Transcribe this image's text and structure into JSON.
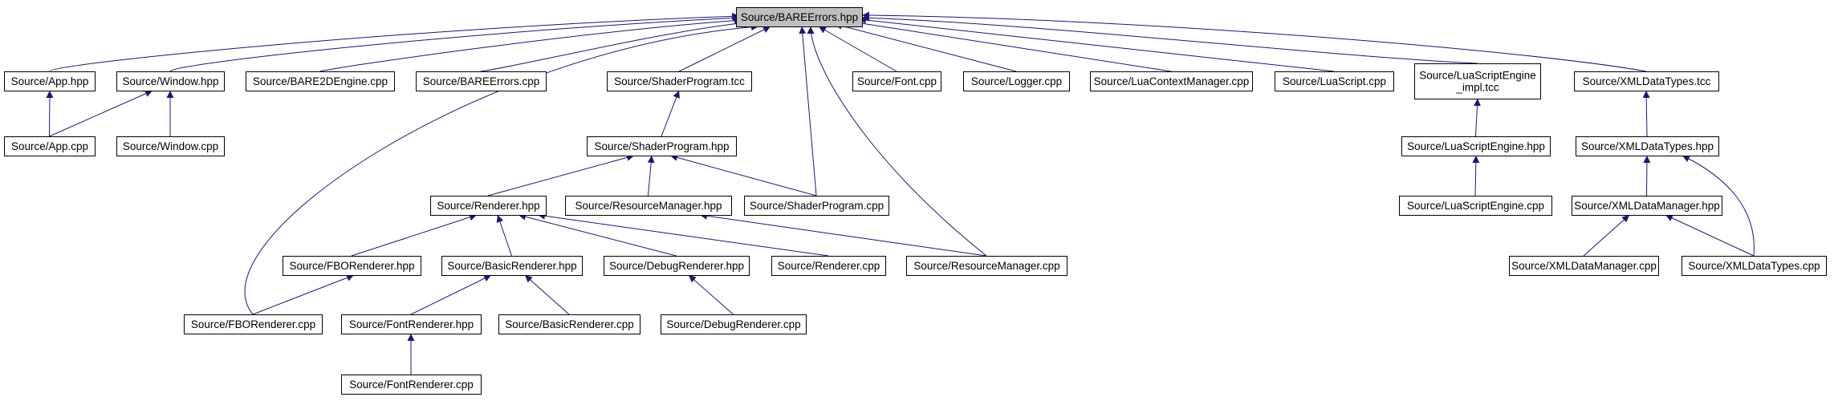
{
  "graph": {
    "edge_color": "#191970",
    "root_fill": "#bfbfbf",
    "direction": "dependent-to-included (arrow points to included header)",
    "nodes": [
      {
        "id": "root",
        "lines": [
          "Source/BAREErrors.hpp"
        ],
        "root": true
      },
      {
        "id": "apph",
        "lines": [
          "Source/App.hpp"
        ]
      },
      {
        "id": "winh",
        "lines": [
          "Source/Window.hpp"
        ]
      },
      {
        "id": "b2de",
        "lines": [
          "Source/BARE2DEngine.cpp"
        ]
      },
      {
        "id": "berc",
        "lines": [
          "Source/BAREErrors.cpp"
        ]
      },
      {
        "id": "sptcc",
        "lines": [
          "Source/ShaderProgram.tcc"
        ]
      },
      {
        "id": "fontc",
        "lines": [
          "Source/Font.cpp"
        ]
      },
      {
        "id": "logc",
        "lines": [
          "Source/Logger.cpp"
        ]
      },
      {
        "id": "luacm",
        "lines": [
          "Source/LuaContextManager.cpp"
        ]
      },
      {
        "id": "luasc",
        "lines": [
          "Source/LuaScript.cpp"
        ]
      },
      {
        "id": "lseimpl",
        "lines": [
          "Source/LuaScriptEngine",
          "_impl.tcc"
        ]
      },
      {
        "id": "xdttcc",
        "lines": [
          "Source/XMLDataTypes.tcc"
        ]
      },
      {
        "id": "appc",
        "lines": [
          "Source/App.cpp"
        ]
      },
      {
        "id": "winc",
        "lines": [
          "Source/Window.cpp"
        ]
      },
      {
        "id": "sph",
        "lines": [
          "Source/ShaderProgram.hpp"
        ]
      },
      {
        "id": "lseh",
        "lines": [
          "Source/LuaScriptEngine.hpp"
        ]
      },
      {
        "id": "xdth",
        "lines": [
          "Source/XMLDataTypes.hpp"
        ]
      },
      {
        "id": "rendh",
        "lines": [
          "Source/Renderer.hpp"
        ]
      },
      {
        "id": "rmh",
        "lines": [
          "Source/ResourceManager.hpp"
        ]
      },
      {
        "id": "spc",
        "lines": [
          "Source/ShaderProgram.cpp"
        ]
      },
      {
        "id": "lsec",
        "lines": [
          "Source/LuaScriptEngine.cpp"
        ]
      },
      {
        "id": "xdmh",
        "lines": [
          "Source/XMLDataManager.hpp"
        ]
      },
      {
        "id": "fboh",
        "lines": [
          "Source/FBORenderer.hpp"
        ]
      },
      {
        "id": "brh",
        "lines": [
          "Source/BasicRenderer.hpp"
        ]
      },
      {
        "id": "drh",
        "lines": [
          "Source/DebugRenderer.hpp"
        ]
      },
      {
        "id": "rendc",
        "lines": [
          "Source/Renderer.cpp"
        ]
      },
      {
        "id": "rmc",
        "lines": [
          "Source/ResourceManager.cpp"
        ]
      },
      {
        "id": "xdmc",
        "lines": [
          "Source/XMLDataManager.cpp"
        ]
      },
      {
        "id": "xdtc",
        "lines": [
          "Source/XMLDataTypes.cpp"
        ]
      },
      {
        "id": "fboc",
        "lines": [
          "Source/FBORenderer.cpp"
        ]
      },
      {
        "id": "frh",
        "lines": [
          "Source/FontRenderer.hpp"
        ]
      },
      {
        "id": "brc",
        "lines": [
          "Source/BasicRenderer.cpp"
        ]
      },
      {
        "id": "drc",
        "lines": [
          "Source/DebugRenderer.cpp"
        ]
      },
      {
        "id": "frc",
        "lines": [
          "Source/FontRenderer.cpp"
        ]
      }
    ],
    "edges": [
      {
        "from": "apph",
        "to": "root"
      },
      {
        "from": "winh",
        "to": "root"
      },
      {
        "from": "b2de",
        "to": "root"
      },
      {
        "from": "berc",
        "to": "root"
      },
      {
        "from": "sptcc",
        "to": "root"
      },
      {
        "from": "fontc",
        "to": "root"
      },
      {
        "from": "logc",
        "to": "root"
      },
      {
        "from": "luacm",
        "to": "root"
      },
      {
        "from": "luasc",
        "to": "root"
      },
      {
        "from": "lseimpl",
        "to": "root"
      },
      {
        "from": "xdttcc",
        "to": "root"
      },
      {
        "from": "fboc",
        "to": "root"
      },
      {
        "from": "spc",
        "to": "root"
      },
      {
        "from": "rmc",
        "to": "root"
      },
      {
        "from": "appc",
        "to": "apph"
      },
      {
        "from": "appc",
        "to": "winh"
      },
      {
        "from": "winc",
        "to": "winh"
      },
      {
        "from": "sph",
        "to": "sptcc"
      },
      {
        "from": "rendh",
        "to": "sph"
      },
      {
        "from": "rmh",
        "to": "sph"
      },
      {
        "from": "spc",
        "to": "sph"
      },
      {
        "from": "fboh",
        "to": "rendh"
      },
      {
        "from": "brh",
        "to": "rendh"
      },
      {
        "from": "drh",
        "to": "rendh"
      },
      {
        "from": "rendc",
        "to": "rendh"
      },
      {
        "from": "rmc",
        "to": "rmh"
      },
      {
        "from": "fboc",
        "to": "fboh"
      },
      {
        "from": "frh",
        "to": "brh"
      },
      {
        "from": "brc",
        "to": "brh"
      },
      {
        "from": "drc",
        "to": "drh"
      },
      {
        "from": "frc",
        "to": "frh"
      },
      {
        "from": "lseh",
        "to": "lseimpl"
      },
      {
        "from": "lsec",
        "to": "lseh"
      },
      {
        "from": "xdth",
        "to": "xdttcc"
      },
      {
        "from": "xdmh",
        "to": "xdth"
      },
      {
        "from": "xdtc",
        "to": "xdth"
      },
      {
        "from": "xdmc",
        "to": "xdmh"
      },
      {
        "from": "xdtc",
        "to": "xdmh"
      }
    ]
  }
}
